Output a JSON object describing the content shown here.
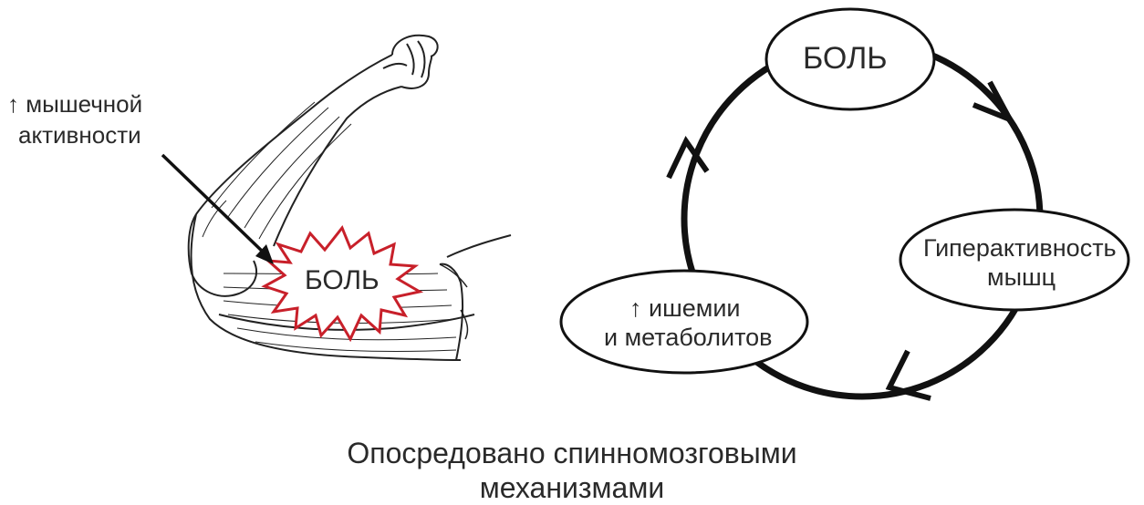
{
  "arm_annotation": {
    "line1": "↑ мышечной",
    "line2": "активности",
    "pain_label": "БОЛЬ"
  },
  "cycle": {
    "nodes": [
      {
        "id": "pain",
        "lines": [
          "БОЛЬ"
        ]
      },
      {
        "id": "hyperactivity",
        "lines": [
          "Гиперактивность",
          "мышц"
        ]
      },
      {
        "id": "ischemia",
        "lines": [
          "↑ ишемии",
          "и метаболитов"
        ]
      }
    ]
  },
  "caption": {
    "line1": "Опосредовано спинномозговыми",
    "line2": "механизмами"
  },
  "colors": {
    "line": "#111111",
    "pain_burst": "#c8202a",
    "text": "#2a2a2a"
  }
}
